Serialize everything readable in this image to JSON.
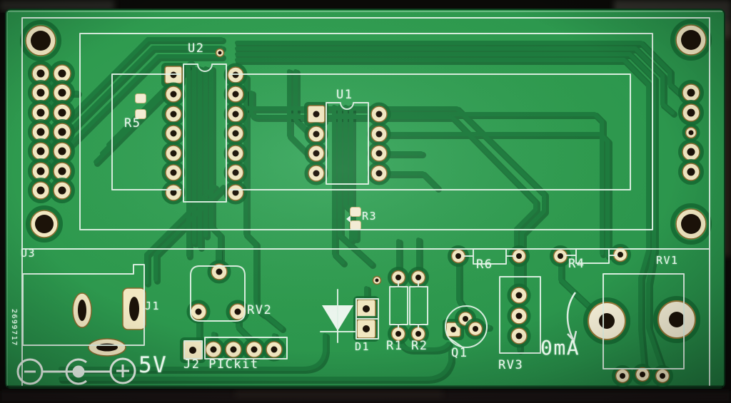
{
  "scene": {
    "type": "photograph",
    "subject": "Unpopulated green printed circuit board for a 5V panel-meter / PIC project",
    "background": "black tabletop"
  },
  "colors": {
    "board_green": "#2f9b4f",
    "trace_green": "#1e7c3e",
    "silkscreen_white": "#e7f5ea",
    "pad_gold": "#f2e8c2",
    "drill_hole": "#1c1309",
    "background": "#0b0a08"
  },
  "silkscreen_labels": {
    "u3": "U3",
    "u2": "U2",
    "u1": "U1",
    "r5": "R5",
    "r3": "R3",
    "j1": "J1",
    "j2": "J2 PICkit",
    "rv2": "RV2",
    "d1": "D1",
    "r1": "R1",
    "r2": "R2",
    "q1": "Q1",
    "rv3": "RV3",
    "r6": "R6",
    "r4": "R4",
    "rv1": "RV1",
    "current_marking": "0mA",
    "voltage_marking": "5V",
    "serial_marking": "2699717"
  },
  "components": [
    {
      "ref": "U1",
      "type": "DIP-8 IC footprint",
      "pins": 8
    },
    {
      "ref": "U2",
      "type": "DIP-14 IC footprint",
      "pins": 14
    },
    {
      "ref": "U3",
      "type": "large module outline across lower board"
    },
    {
      "ref": "J1",
      "type": "DC barrel-jack footprint",
      "pads": 3
    },
    {
      "ref": "J2",
      "type": "PICkit programming header",
      "pins": 5
    },
    {
      "ref": "D1",
      "type": "diode footprint with silkscreen diode symbol",
      "pads": 2
    },
    {
      "ref": "R1",
      "type": "axial resistor footprint"
    },
    {
      "ref": "R2",
      "type": "axial resistor footprint"
    },
    {
      "ref": "R3",
      "type": "SMD resistor footprint"
    },
    {
      "ref": "R4",
      "type": "axial resistor footprint"
    },
    {
      "ref": "R5",
      "type": "SMD resistor footprint"
    },
    {
      "ref": "R6",
      "type": "axial resistor footprint"
    },
    {
      "ref": "RV1",
      "type": "trimmer/potentiometer footprint, 2 large + 3 small pads"
    },
    {
      "ref": "RV2",
      "type": "trimmer potentiometer footprint, 3 pads"
    },
    {
      "ref": "RV3",
      "type": "trimmer potentiometer footprint, 3 vertical pads"
    },
    {
      "ref": "Q1",
      "type": "TO-92 transistor footprint",
      "pads": 3
    },
    {
      "ref": "left-header",
      "type": "2x7 pin header pads"
    },
    {
      "ref": "right-header",
      "type": "1x5 pin pads"
    },
    {
      "ref": "mounting-holes",
      "count": 4
    }
  ],
  "icons": {
    "diode_symbol": "diode-symbol-icon",
    "polarity_minus": "polarity-minus-icon",
    "polarity_center_pin": "polarity-center-pin-icon",
    "polarity_plus": "polarity-plus-icon",
    "current_arrow": "current-direction-arrow-icon"
  }
}
